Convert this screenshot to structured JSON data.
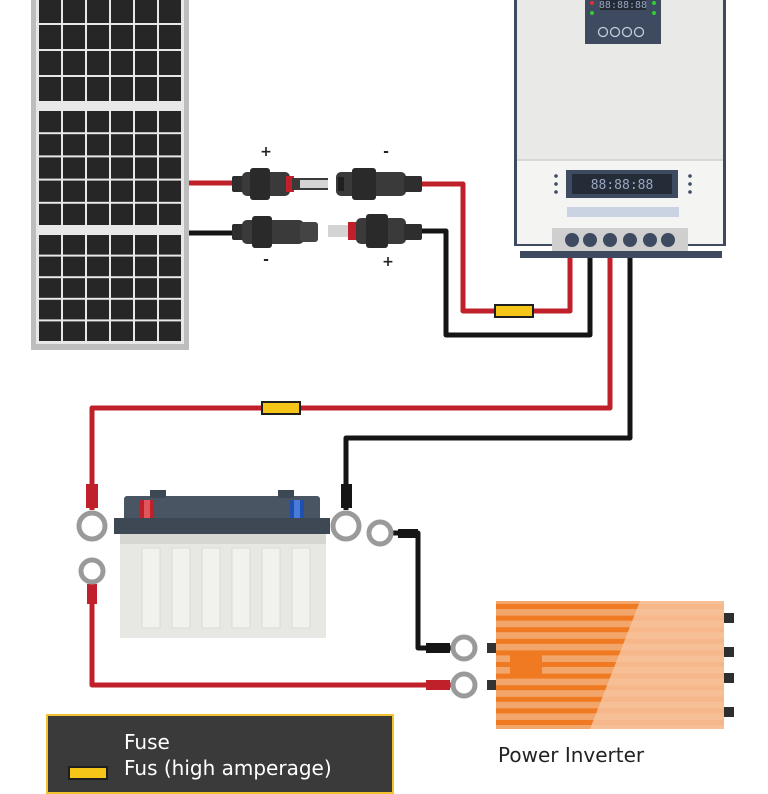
{
  "colors": {
    "positive_wire": "#c0202a",
    "negative_wire": "#151515",
    "fuse": "#f5c518",
    "panel_frame": "#b8b8b8",
    "panel_cell": "#262626",
    "controller_body": "#e8e8e8",
    "controller_frame": "#3d4a60",
    "battery_body": "#e7e7e4",
    "battery_lid": "#3e4854",
    "inverter_orange": "#ef7a22",
    "legend_bg": "#3a3a3a",
    "legend_border": "#f2c230"
  },
  "connectors": {
    "top_left_polarity": "+",
    "top_right_polarity": "-",
    "bottom_left_polarity": "-",
    "bottom_right_polarity": "+"
  },
  "controller": {
    "top_display": "88:88:88",
    "main_display": "88:88:88"
  },
  "legend": {
    "title": "Fuse",
    "subtitle": "Fus (high amperage)"
  },
  "inverter": {
    "label": "Power Inverter"
  },
  "icons": [
    "solar-panel-icon",
    "mc4-connector-icon",
    "charge-controller-icon",
    "battery-icon",
    "inverter-icon",
    "fuse-icon",
    "ring-terminal-icon"
  ]
}
